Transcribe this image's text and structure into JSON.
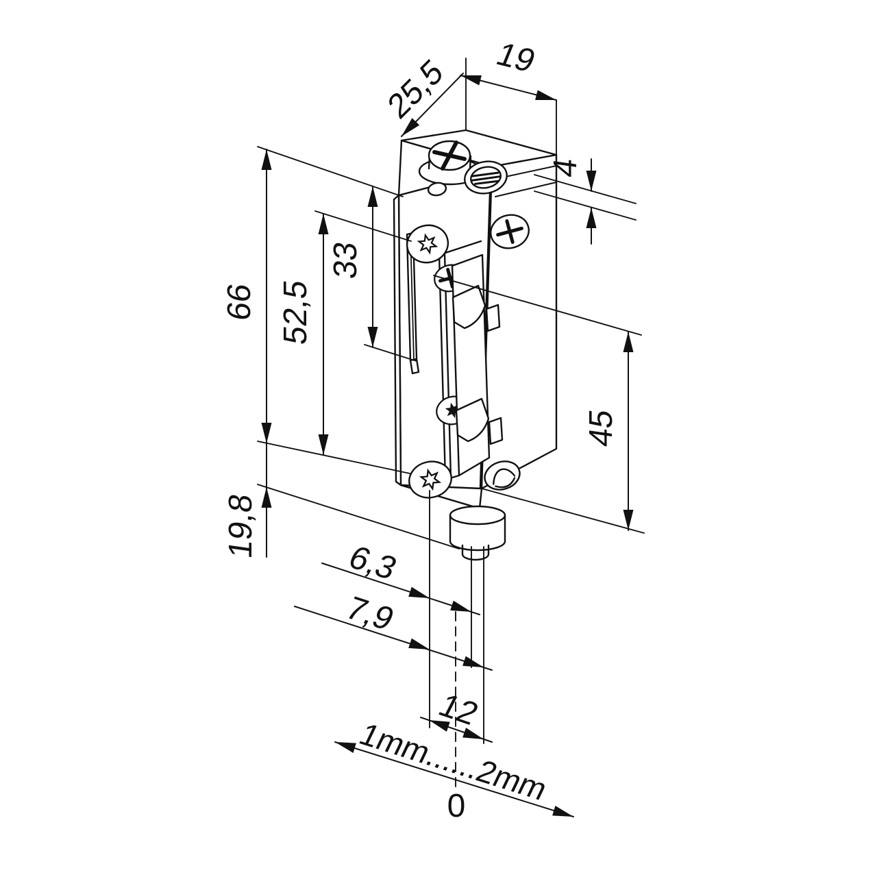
{
  "drawing": {
    "type": "technical-dimension-drawing",
    "subject": "electric-door-strike",
    "ink_color": "#111111",
    "background_color": "#ffffff",
    "labels": {
      "depth": "25,5",
      "width": "19",
      "plate_offset": "4",
      "total_height": "66",
      "plate_length": "52,5",
      "slot_length": "33",
      "body_height": "45",
      "bottom_extension": "19,8",
      "offset_a": "6,3",
      "offset_b": "7,9",
      "plunger_width": "12",
      "adjust_range": "1mm......2mm",
      "zero_mark": "0"
    }
  }
}
